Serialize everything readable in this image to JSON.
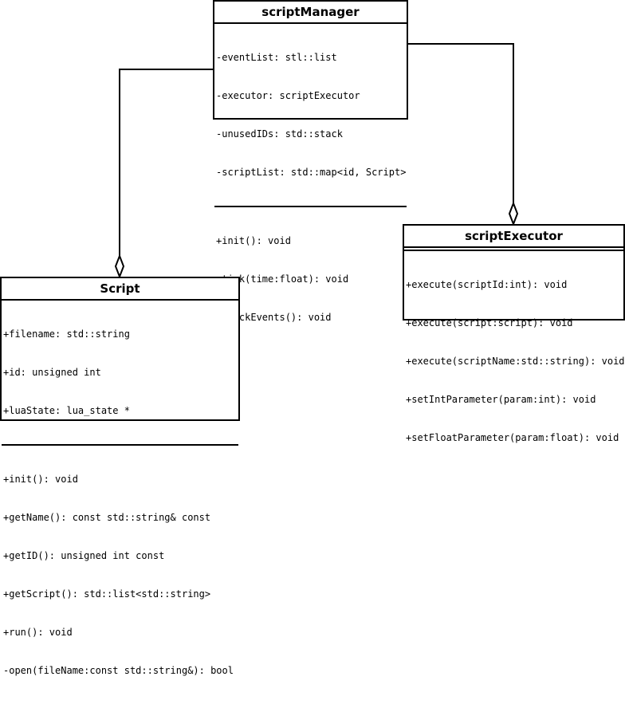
{
  "classes": {
    "scriptManager": {
      "name": "scriptManager",
      "attributes": [
        "-eventList: stl::list",
        "-executor: scriptExecutor",
        "-unusedIDs: std::stack",
        "-scriptList: std::map<id, Script>"
      ],
      "methods": [
        "+init(): void",
        "+tick(time:float): void",
        "-checkEvents(): void"
      ]
    },
    "script": {
      "name": "Script",
      "attributes": [
        "+filename: std::string",
        "+id: unsigned int",
        "+luaState: lua_state *"
      ],
      "methods": [
        "+init(): void",
        "+getName(): const std::string& const",
        "+getID(): unsigned int const",
        "+getScript(): std::list<std::string>",
        "+run(): void",
        "-open(fileName:const std::string&): bool"
      ]
    },
    "scriptExecutor": {
      "name": "scriptExecutor",
      "attributes": [],
      "methods": [
        "+execute(scriptId:int): void",
        "+execute(script:script): void",
        "+execute(scriptName:std::string): void",
        "+setIntParameter(param:int): void",
        "+setFloatParameter(param:float): void"
      ]
    }
  },
  "relations": [
    {
      "from": "scriptManager",
      "to": "Script",
      "type": "aggregation"
    },
    {
      "from": "scriptManager",
      "to": "scriptExecutor",
      "type": "aggregation"
    }
  ]
}
